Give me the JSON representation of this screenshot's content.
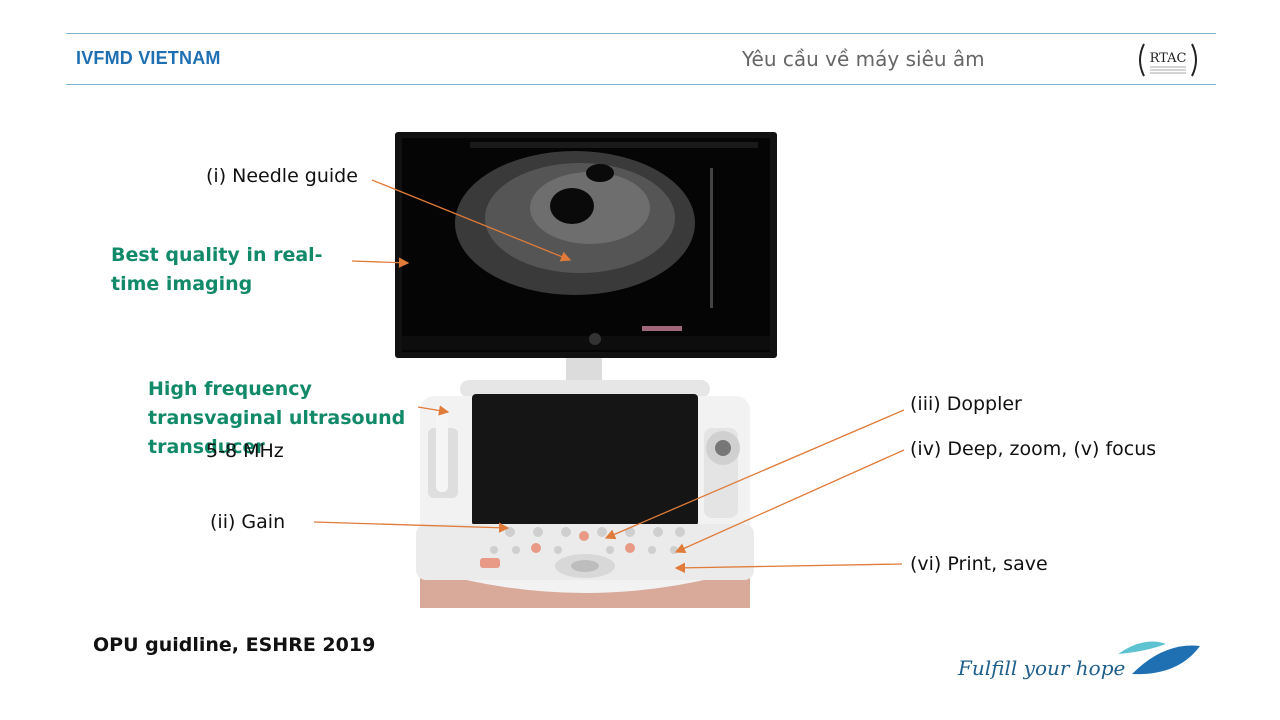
{
  "header": {
    "brand": "IVFMD VIETNAM",
    "title": "Yêu cầu về máy siêu âm",
    "logo_text": "RTAC"
  },
  "callouts": {
    "needle_guide": "(i) Needle guide",
    "best_quality": "Best quality in real-time imaging",
    "transducer": "High frequency transvaginal ultrasound transducer",
    "frequency": "5-8 MHz",
    "gain": "(ii) Gain",
    "doppler": "(iii) Doppler",
    "deep_zoom_focus": "(iv) Deep, zoom, (v) focus",
    "print_save": "(vi) Print, save"
  },
  "footer": {
    "reference": "OPU guidline, ESHRE 2019",
    "slogan": "Fulfill your hope"
  },
  "colors": {
    "brand_blue": "#1f6fb3",
    "accent_green": "#128a6a",
    "arrow_orange": "#e07b39",
    "rule_blue": "#7fb2cc"
  }
}
